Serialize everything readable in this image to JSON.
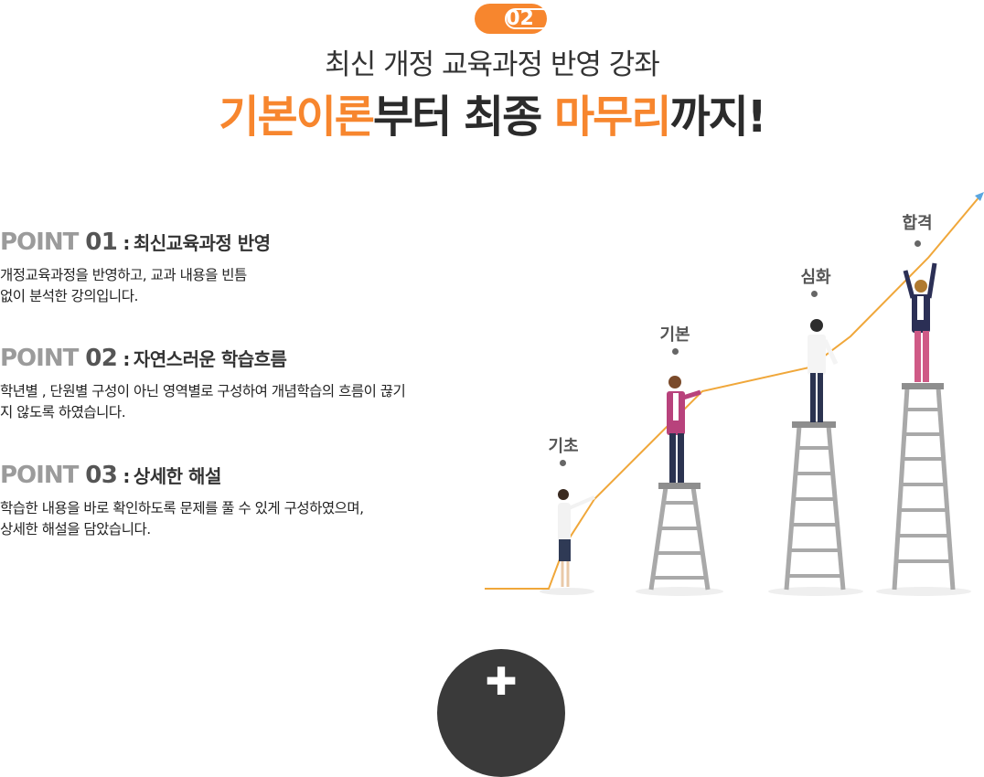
{
  "badge": {
    "number": "02"
  },
  "header": {
    "subtitle": "최신 개정 교육과정 반영 강좌",
    "headline_part1": "기본이론",
    "headline_part2": "부터 최종 ",
    "headline_part3": "마무리",
    "headline_part4": "까지!"
  },
  "points": [
    {
      "label": "POINT",
      "number": "01",
      "title": "최신교육과정 반영",
      "desc_lines": [
        "개정교육과정을 반영하고, 교과 내용을 빈틈",
        "없이 분석한 강의입니다."
      ]
    },
    {
      "label": "POINT",
      "number": "02",
      "title": "자연스러운 학습흐름",
      "desc_lines": [
        "학년별 , 단원별 구성이 아닌 영역별로 구성하여 개념학습의 흐름이 끊기",
        "지 않도록 하였습니다."
      ]
    },
    {
      "label": "POINT",
      "number": "03",
      "title": "상세한 해설",
      "desc_lines": [
        "학습한 내용을 바로 확인하도록 문제를 풀 수 있게 구성하였으며,",
        "상세한 해설을 담았습니다."
      ]
    }
  ],
  "stages": [
    {
      "label": "기초"
    },
    {
      "label": "기본"
    },
    {
      "label": "심화"
    },
    {
      "label": "합격"
    }
  ],
  "colors": {
    "accent": "#f7862e",
    "line": "#f0a73a",
    "arrow": "#5aa6e0",
    "ladder": "#a9a9a9",
    "button": "#3a3a3a"
  },
  "icons": {
    "expand": "plus-icon"
  }
}
